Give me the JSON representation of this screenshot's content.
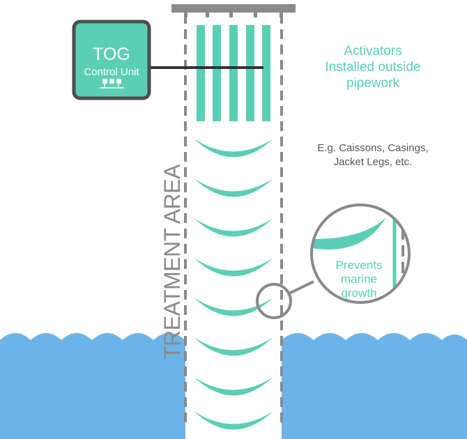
{
  "control_unit": {
    "title": "TOG",
    "subtitle": "Control Unit",
    "icon": "network-icon"
  },
  "activators_label": {
    "line1": "Activators",
    "line2": "Installed outside",
    "line3": "pipework"
  },
  "examples_label": {
    "line1": "E.g. Caissons, Casings,",
    "line2": "Jacket Legs, etc."
  },
  "treatment_area_label": "TREATMENT AREA",
  "zoom_label": {
    "line1": "Prevents",
    "line2": "marine",
    "line3": "growth"
  },
  "colors": {
    "teal": "#5bcfb5",
    "box_border": "#4d4d4d",
    "gray": "#8a8a8a",
    "water": "#6cb4e8",
    "label_gray": "#555555"
  }
}
